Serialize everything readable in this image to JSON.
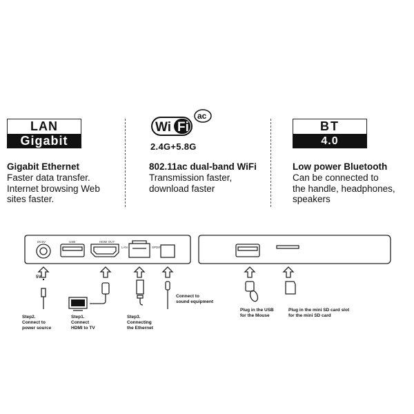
{
  "lan": {
    "top": "LAN",
    "bottom": "Gigabit",
    "title": "Gigabit Ethernet",
    "desc": "Faster data transfer.\nInternet browsing Web\nsites faster."
  },
  "wifi": {
    "logo_text": "WiFi",
    "ac": "ac",
    "band": "2.4G+5.8G",
    "title": "802.11ac dual-band WiFi",
    "desc": "Transmission faster,\ndownload faster"
  },
  "bt": {
    "top": "BT",
    "bottom": "4.0",
    "title": "Low power Bluetooth",
    "desc": "Can be connected to\nthe handle, headphones,\nspeakers"
  },
  "ports": {
    "dc": "DC5V",
    "usb": "USB",
    "hdmi": "HDMI OUT",
    "lan": "LAN",
    "spdif": "SPDIF"
  },
  "dc_spec": "5V",
  "steps": {
    "step2": "Step2.\nConnect to\npower source",
    "step1": "Step1.\nConnect\nHDMI to TV",
    "step3": "Step3.\nConnecting\nthe Ethernet",
    "sound": "Connect to\nsound equipment",
    "usb": "Plug in the USB\nfor the Mouse",
    "sd": "Plug in the  mini SD card slot\nfor the  mini SD card"
  }
}
